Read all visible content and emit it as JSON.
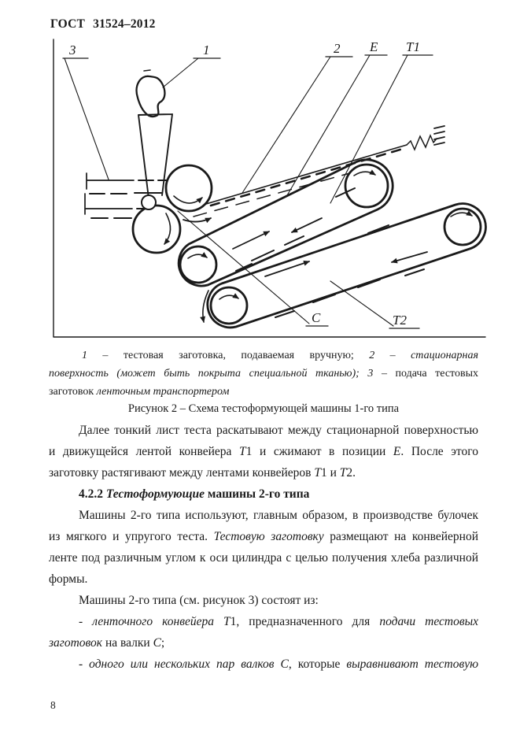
{
  "header": {
    "title": "ГОСТ 31524–2012"
  },
  "figure": {
    "labels": {
      "pos3": "3",
      "pos1": "1",
      "pos2": "2",
      "posE": "Е",
      "posT1": "Т1",
      "posC": "С",
      "posT2": "Т2"
    },
    "caption_lines": [
      {
        "indent": true,
        "just": true,
        "runs": [
          {
            "s": "i",
            "t": "1"
          },
          {
            "t": " – тестовая заготовка, подаваемая вручную; "
          },
          {
            "s": "i",
            "t": "2"
          },
          {
            "t": " – "
          },
          {
            "s": "i",
            "t": "стационарная"
          }
        ]
      },
      {
        "just": true,
        "runs": [
          {
            "s": "i",
            "t": "поверхность (может быть покрыта специальной тканью); 3"
          },
          {
            "t": " – подача тестовых"
          }
        ]
      },
      {
        "runs": [
          {
            "t": "заготовок "
          },
          {
            "s": "i",
            "t": "ленточным транспортером"
          }
        ]
      }
    ],
    "title": "Рисунок 2 – Схема тестоформующей машины 1-го типа"
  },
  "body": {
    "lines": [
      {
        "indent": true,
        "just": true,
        "runs": [
          {
            "t": "Далее тонкий лист теста раскатывают между стационарной поверхностью"
          }
        ]
      },
      {
        "just": true,
        "runs": [
          {
            "t": "и движущейся лентой конвейера "
          },
          {
            "s": "i",
            "t": "Т"
          },
          {
            "t": "1 и сжимают в позиции "
          },
          {
            "s": "i",
            "t": "Е"
          },
          {
            "t": ". После этого"
          }
        ]
      },
      {
        "runs": [
          {
            "t": "заготовку растягивают между лентами конвейеров "
          },
          {
            "s": "i",
            "t": "Т"
          },
          {
            "t": "1 и "
          },
          {
            "s": "i",
            "t": "Т"
          },
          {
            "t": "2."
          }
        ]
      },
      {
        "indent": true,
        "runs": [
          {
            "s": "b",
            "t": "4.2.2 "
          },
          {
            "s": "bi",
            "t": "Тестоформующие"
          },
          {
            "s": "b",
            "t": " машины 2-го типа"
          }
        ]
      },
      {
        "indent": true,
        "just": true,
        "runs": [
          {
            "t": "Машины 2-го типа используют, главным образом, в производстве булочек"
          }
        ]
      },
      {
        "just": true,
        "runs": [
          {
            "t": "из мягкого и упругого теста. "
          },
          {
            "s": "i",
            "t": "Тестовую заготовку"
          },
          {
            "t": " размещают на конвейерной"
          }
        ]
      },
      {
        "just": true,
        "runs": [
          {
            "t": "ленте под различным углом к оси цилиндра с целью получения хлеба различной"
          }
        ]
      },
      {
        "runs": [
          {
            "t": "формы."
          }
        ]
      },
      {
        "indent": true,
        "runs": [
          {
            "t": "Машины 2-го типа (см. рисунок 3) состоят из:"
          }
        ]
      },
      {
        "indent": true,
        "just": true,
        "runs": [
          {
            "t": "- "
          },
          {
            "s": "i",
            "t": "ленточного конвейера Т"
          },
          {
            "t": "1, предназначенного для "
          },
          {
            "s": "i",
            "t": "подачи тестовых"
          }
        ]
      },
      {
        "runs": [
          {
            "s": "i",
            "t": "заготовок"
          },
          {
            "t": " на валки "
          },
          {
            "s": "i",
            "t": "С"
          },
          {
            "t": ";"
          }
        ]
      },
      {
        "indent": true,
        "just": true,
        "runs": [
          {
            "t": "- "
          },
          {
            "s": "i",
            "t": "одного или нескольких пар валков С"
          },
          {
            "t": ", которые "
          },
          {
            "s": "i",
            "t": "выравнивают тестовую"
          }
        ]
      }
    ]
  },
  "footer": {
    "page_number": "8"
  }
}
